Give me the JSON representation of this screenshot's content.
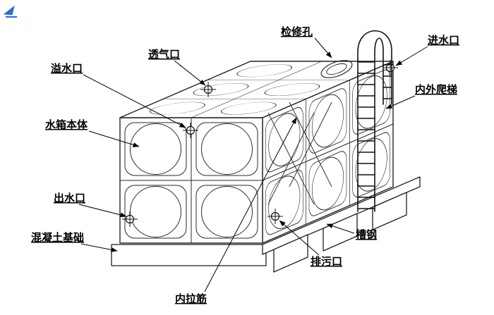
{
  "diagram": {
    "type": "technical-illustration",
    "subject": "modular stainless steel water tank assembly",
    "background": "#ffffff",
    "line_color": "#1f1f1f",
    "watermark_color": "#2f6bd8",
    "labels": {
      "manhole": "检修孔",
      "inlet": "进水口",
      "vent": "透气口",
      "overflow": "溢水口",
      "ladder": "内外爬梯",
      "tank_body": "水箱本体",
      "outlet": "出水口",
      "foundation": "混凝土基础",
      "channel_steel": "槽钢",
      "drain": "排污口",
      "tie_rod": "内拉筋"
    }
  }
}
